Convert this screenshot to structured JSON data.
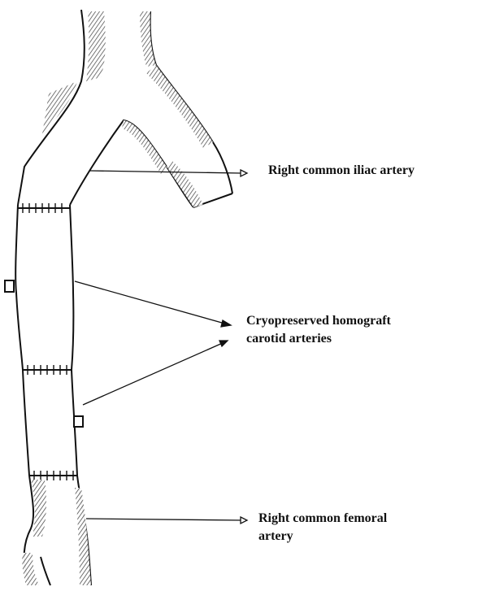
{
  "labels": {
    "iliac": "Right common iliac artery",
    "homograft_line1": "Cryopreserved homograft",
    "homograft_line2": "carotid arteries",
    "femoral_line1": "Right common femoral",
    "femoral_line2": "artery"
  },
  "colors": {
    "ink": "#111111",
    "shade": "#555555",
    "background": "#ffffff"
  }
}
